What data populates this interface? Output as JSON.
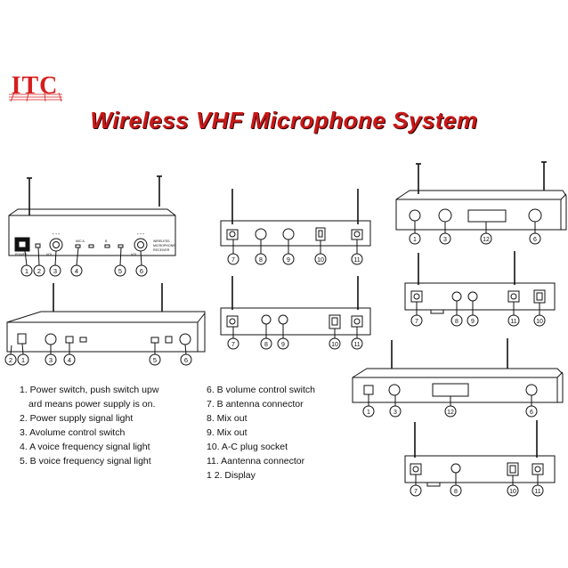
{
  "logo": {
    "text": "ITC"
  },
  "title": "Wireless VHF Microphone System",
  "front_panel": {
    "power_label": "POWER",
    "mic_a_label": "MIC A",
    "b_label": "B",
    "volume_label_a": "VOL",
    "volume_label_b": "VOL",
    "brand_lines": [
      "WIRELESS",
      "MICROPHONE",
      "RECEIVER"
    ]
  },
  "callouts": {
    "n1": "1",
    "n2": "2",
    "n3": "3",
    "n4": "4",
    "n5": "5",
    "n6": "6",
    "n7": "7",
    "n8": "8",
    "n9": "9",
    "n10": "10",
    "n11": "11",
    "n12": "12"
  },
  "legend_left": [
    "1. Power switch, push switch upw",
    "ard means power supply is on.",
    "2. Power supply signal light",
    "3. Avolume control switch",
    "4. A voice frequency signal light",
    "5. B voice frequency signal light"
  ],
  "legend_right": [
    "6. B volume control switch",
    "7. B antenna connector",
    "8. Mix out",
    "9. Mix out",
    "10. A-C plug socket",
    "11. Aantenna connector",
    "1 2. Display"
  ],
  "colors": {
    "title": "#c81818",
    "logo": "#d71d1d",
    "line": "#111111"
  }
}
